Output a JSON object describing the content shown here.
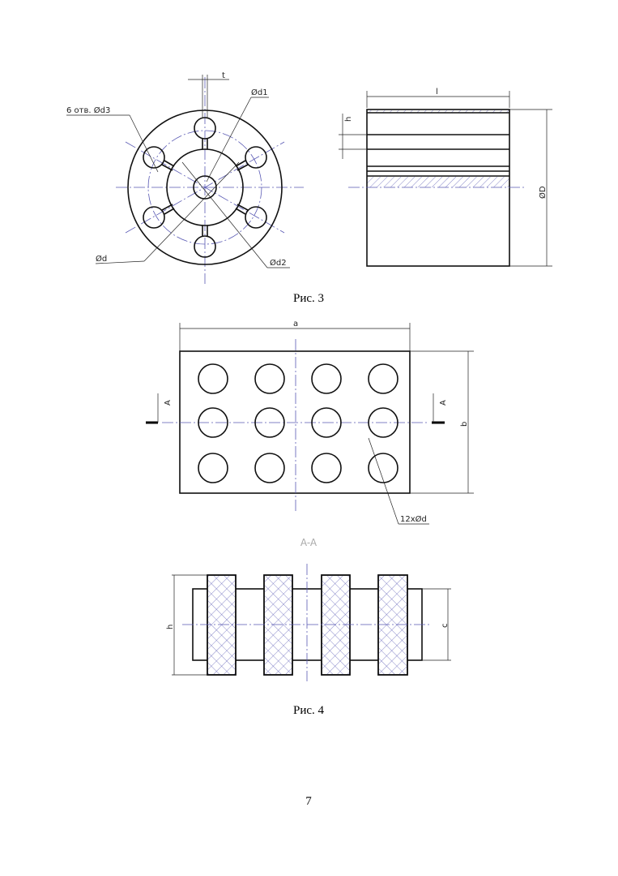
{
  "figure3": {
    "caption": "Рис. 3",
    "labels": {
      "t": "t",
      "d1": "Ød1",
      "holes": "6 отв. Ød3",
      "d": "Ød",
      "d2": "Ød2",
      "l": "l",
      "h": "h",
      "D": "ØD"
    }
  },
  "figure4": {
    "caption": "Рис. 4",
    "labels": {
      "a": "a",
      "b": "b",
      "section_mark_left": "A",
      "section_mark_right": "A",
      "holes": "12xØd",
      "section_title": "A-A",
      "h": "h",
      "c": "c"
    }
  },
  "page_number": "7"
}
